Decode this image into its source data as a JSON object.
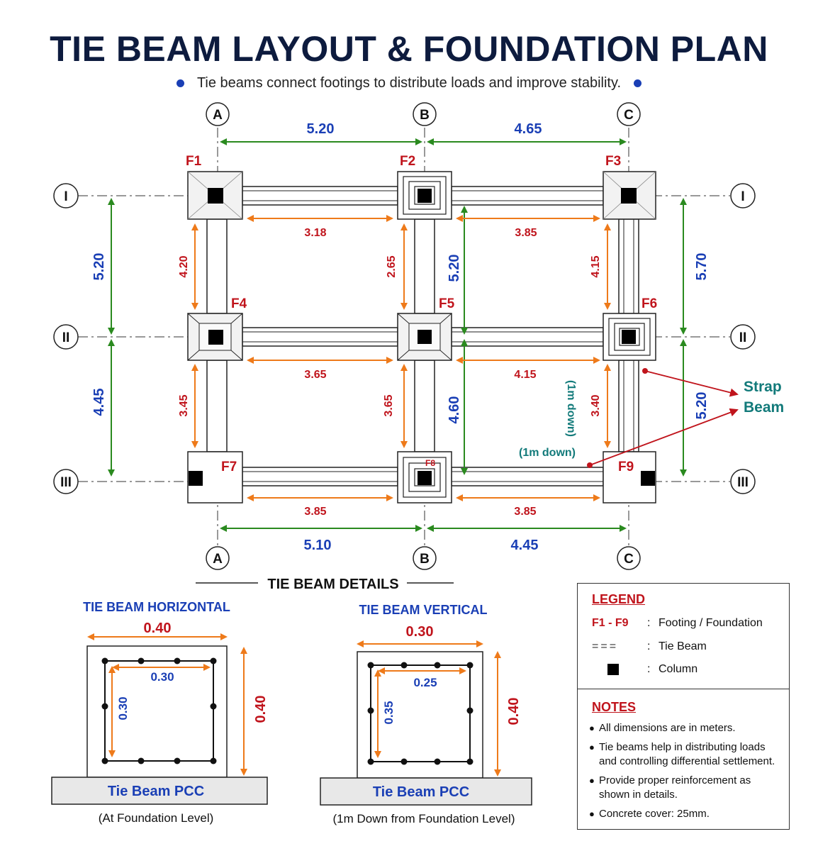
{
  "header": {
    "title": "TIE BEAM LAYOUT & FOUNDATION PLAN",
    "subtitle": "Tie beams connect footings to distribute loads and improve stability."
  },
  "grid": {
    "columns": [
      "A",
      "B",
      "C"
    ],
    "rows": [
      "I",
      "II",
      "III"
    ]
  },
  "footings": [
    "F1",
    "F2",
    "F3",
    "F4",
    "F5",
    "F6",
    "F7",
    "F8",
    "F9"
  ],
  "dimensions": {
    "top": [
      "5.20",
      "4.65"
    ],
    "bottom": [
      "5.10",
      "4.45"
    ],
    "left": [
      "5.20",
      "4.45"
    ],
    "right": [
      "5.70",
      "5.20"
    ],
    "clear_row1": [
      "3.18",
      "3.85"
    ],
    "clear_row2": [
      "3.65",
      "4.15"
    ],
    "clear_row3": [
      "3.85",
      "3.85"
    ],
    "clear_colA": [
      "4.20",
      "3.45"
    ],
    "clear_colB": [
      "2.65",
      "3.65"
    ],
    "clear_colC": [
      "4.15",
      "3.40"
    ],
    "bc_vertical": [
      "5.20",
      "4.60"
    ]
  },
  "annotations": {
    "down_vertical": "(1m down)",
    "down_horizontal": "(1m down)",
    "strap_line1": "Strap",
    "strap_line2": "Beam"
  },
  "details": {
    "heading": "TIE BEAM DETAILS",
    "horizontal": {
      "title": "TIE BEAM HORIZONTAL",
      "width": "0.40",
      "inner_width": "0.30",
      "inner_height": "0.30",
      "height": "0.40",
      "pcc": "Tie Beam PCC",
      "caption": "(At Foundation Level)"
    },
    "vertical": {
      "title": "TIE BEAM VERTICAL",
      "width": "0.30",
      "inner_width": "0.25",
      "inner_height": "0.35",
      "height": "0.40",
      "pcc": "Tie Beam PCC",
      "caption": "(1m Down from Foundation Level)"
    }
  },
  "legend": {
    "heading": "LEGEND",
    "items": [
      {
        "symbol": "F1 - F9",
        "label": "Footing / Foundation"
      },
      {
        "symbol": "===",
        "label": "Tie Beam"
      },
      {
        "symbol": "column-square-icon",
        "label": "Column"
      }
    ]
  },
  "notes": {
    "heading": "NOTES",
    "items": [
      "All dimensions are in meters.",
      "Tie beams help in distributing loads and controlling differential settlement.",
      "Provide proper reinforcement as shown in details.",
      "Concrete cover: 25mm."
    ]
  },
  "colors": {
    "title": "#0d1b3e",
    "blue_dim": "#1a3fb5",
    "green_dim": "#2a8a1f",
    "orange_dim": "#ee7a1a",
    "red_label": "#c0141c",
    "teal": "#127a7a"
  }
}
